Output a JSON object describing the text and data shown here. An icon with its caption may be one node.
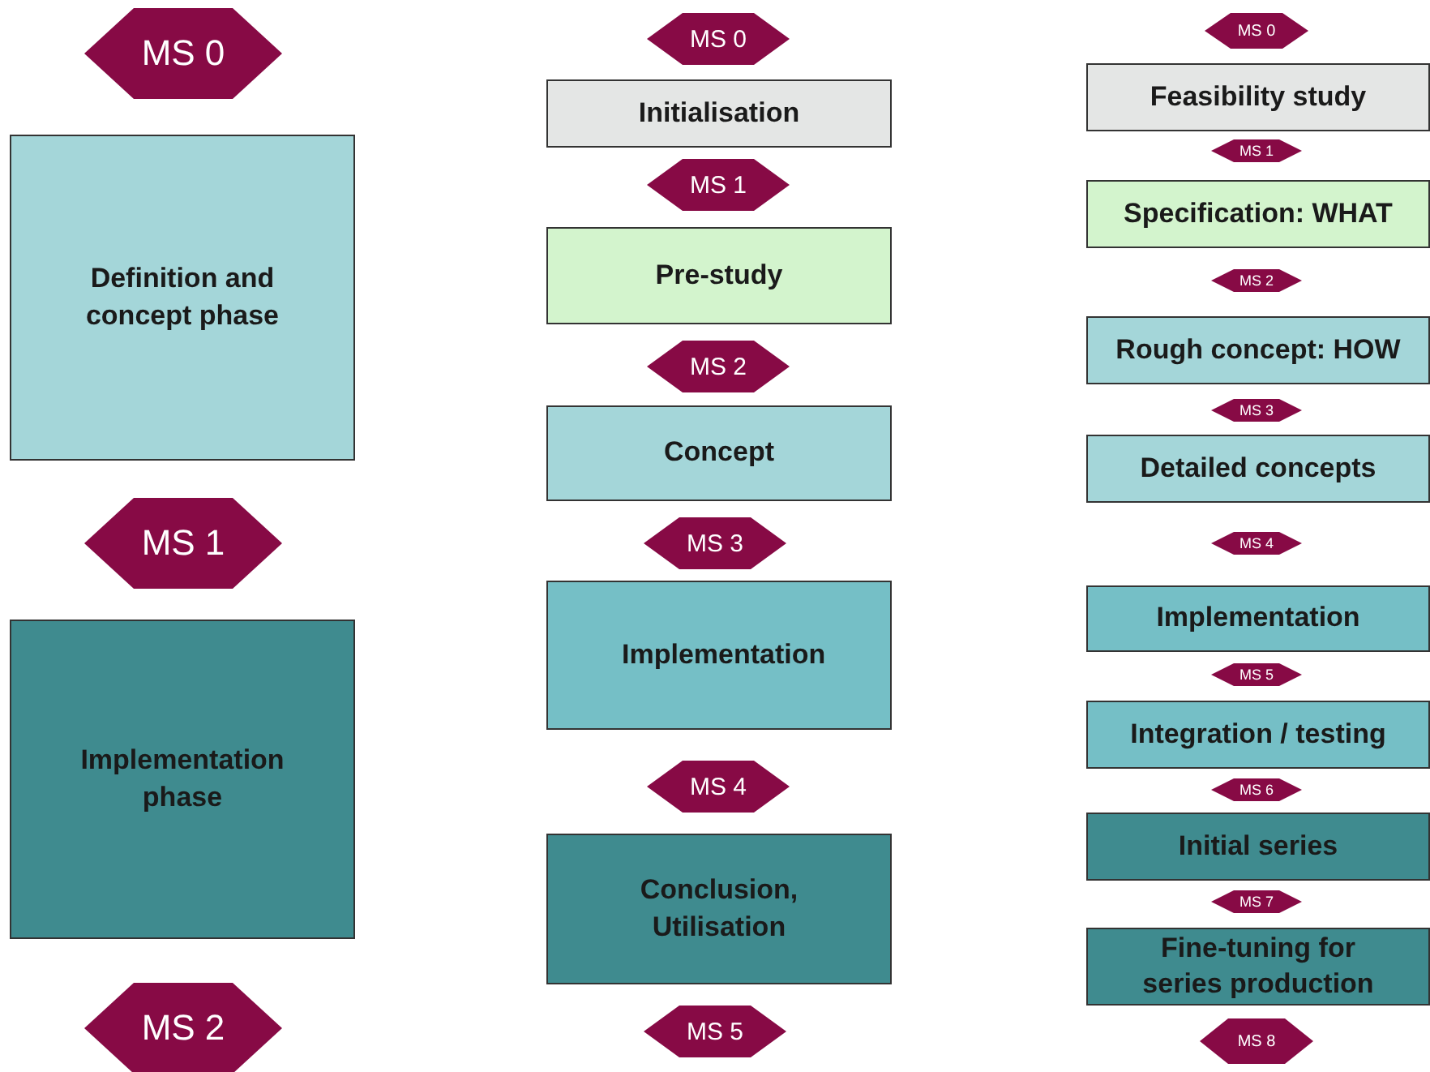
{
  "diagram": {
    "nodes": [
      {
        "text": [
          "MS 0"
        ]
      },
      {
        "text": [
          "Definition and concept phase"
        ]
      },
      {
        "text": [
          "MS 1"
        ]
      },
      {
        "text": [
          "Implementation phase"
        ]
      },
      {
        "text": [
          "MS 2"
        ]
      },
      {
        "text": [
          "MS 0"
        ]
      },
      {
        "text": [
          "Initialisation"
        ]
      },
      {
        "text": [
          "MS 1"
        ]
      },
      {
        "text": [
          "Pre-study"
        ]
      },
      {
        "text": [
          "MS 2"
        ]
      },
      {
        "text": [
          "Concept"
        ]
      },
      {
        "text": [
          "MS 3"
        ]
      },
      {
        "text": [
          "Implementation"
        ]
      },
      {
        "text": [
          "MS 4"
        ]
      },
      {
        "text": [
          "Conclusion, Utilisation"
        ]
      },
      {
        "text": [
          "MS 5"
        ]
      },
      {
        "text": [
          "MS 0"
        ]
      },
      {
        "text": [
          "Feasibility study"
        ]
      },
      {
        "text": [
          "MS 1"
        ]
      },
      {
        "text": [
          "Specification: WHAT"
        ]
      },
      {
        "text": [
          "MS 2"
        ]
      },
      {
        "text": [
          "Rough concept: HOW"
        ]
      },
      {
        "text": [
          "MS 3"
        ]
      },
      {
        "text": [
          "Detailed concepts"
        ]
      },
      {
        "text": [
          "MS 4"
        ]
      },
      {
        "text": [
          "Implementation"
        ]
      },
      {
        "text": [
          "MS 5"
        ]
      },
      {
        "text": [
          "Integration / testing"
        ]
      },
      {
        "text": [
          "MS 6"
        ]
      },
      {
        "text": [
          "Initial series"
        ]
      },
      {
        "text": [
          "MS 7"
        ]
      },
      {
        "text": [
          "Fine-tuning for series production"
        ]
      },
      {
        "text": [
          "MS 8"
        ]
      }
    ]
  }
}
